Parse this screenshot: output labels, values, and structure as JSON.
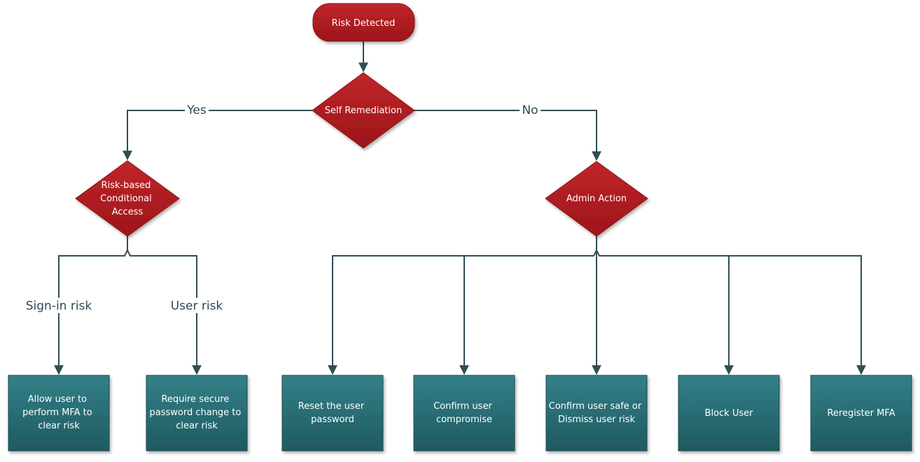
{
  "diagram": {
    "start": "Risk Detected",
    "decisions": {
      "self_remediation": "Self Remediation",
      "risk_based": [
        "Risk-based",
        "Conditional",
        "Access"
      ],
      "admin_action": "Admin Action"
    },
    "edge_labels": {
      "yes": "Yes",
      "no": "No",
      "signin_risk": "Sign-in risk",
      "user_risk": "User risk"
    },
    "outcomes": {
      "allow_mfa": [
        "Allow user to",
        "perform MFA to",
        "clear risk"
      ],
      "require_password": [
        "Require secure",
        "password change to",
        "clear risk"
      ],
      "reset_password": [
        "Reset the user",
        "password"
      ],
      "confirm_compromise": [
        "Confirm user",
        "compromise"
      ],
      "confirm_safe": [
        "Confirm user safe or",
        "Dismiss user risk"
      ],
      "block_user": "Block User",
      "reregister_mfa": "Reregister MFA"
    },
    "colors": {
      "decision_fill": "#b01e23",
      "outcome_fill": "#2b7077",
      "connector": "#2f4f55"
    }
  }
}
